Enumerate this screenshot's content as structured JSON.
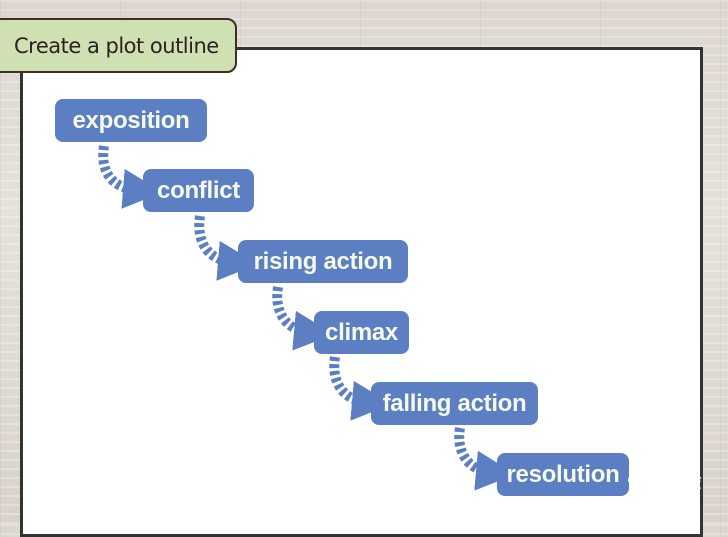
{
  "title": "Create a plot outline",
  "steps": [
    {
      "label": "exposition"
    },
    {
      "label": "conflict"
    },
    {
      "label": "rising action"
    },
    {
      "label": "climax"
    },
    {
      "label": "falling action"
    },
    {
      "label": "resolution"
    }
  ],
  "watermark": {
    "text": "经验"
  },
  "colors": {
    "step_fill": "#5b7fc2",
    "step_text": "#f5f9e8",
    "arrow": "#5b7fc2",
    "title_tag_fill": "#cfe0b3",
    "board_border": "#333333"
  }
}
